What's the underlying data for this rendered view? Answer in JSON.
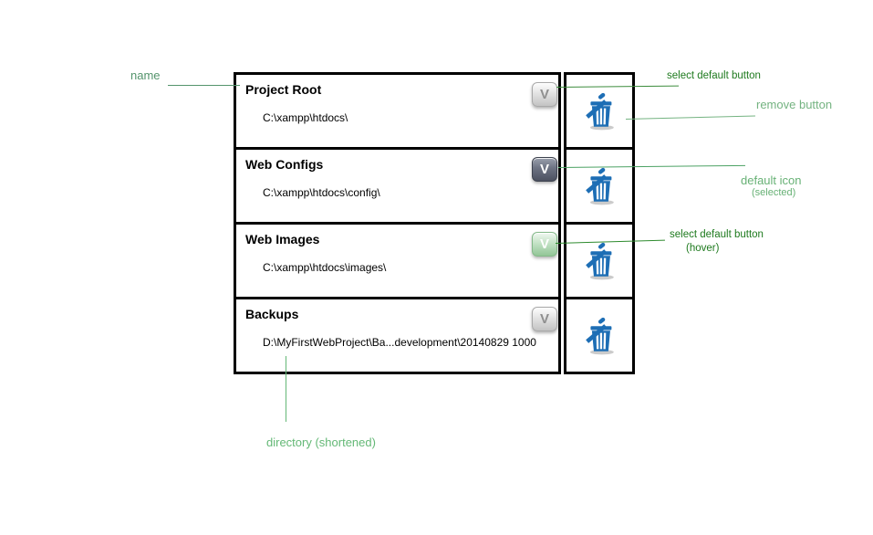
{
  "panel": {
    "rows": [
      {
        "name": "Project Root",
        "path": "C:\\xampp\\htdocs\\",
        "button_label": "V",
        "button_state": "default"
      },
      {
        "name": "Web Configs",
        "path": "C:\\xampp\\htdocs\\config\\",
        "button_label": "V",
        "button_state": "selected"
      },
      {
        "name": "Web Images",
        "path": "C:\\xampp\\htdocs\\images\\",
        "button_label": "V",
        "button_state": "hover"
      },
      {
        "name": "Backups",
        "path": "D:\\MyFirstWebProject\\Ba...development\\20140829 1000",
        "button_label": "V",
        "button_state": "default"
      }
    ]
  },
  "annotations": {
    "name_label": "name",
    "select_default_label": "select default button",
    "remove_label": "remove button",
    "default_icon_label": "default icon",
    "default_icon_sub": "(selected)",
    "hover_label": "select default button",
    "hover_sub": "(hover)",
    "directory_label": "directory (shortened)"
  },
  "colors": {
    "annotation_dark_green": "#1e7a1e",
    "annotation_light_green": "#74b381",
    "annotation_medium_green": "#54946c",
    "trash_blue": "#1d6eb5",
    "button_selected_dark": "#4c5160",
    "button_hover_green": "#92c697",
    "panel_border": "#000000"
  }
}
